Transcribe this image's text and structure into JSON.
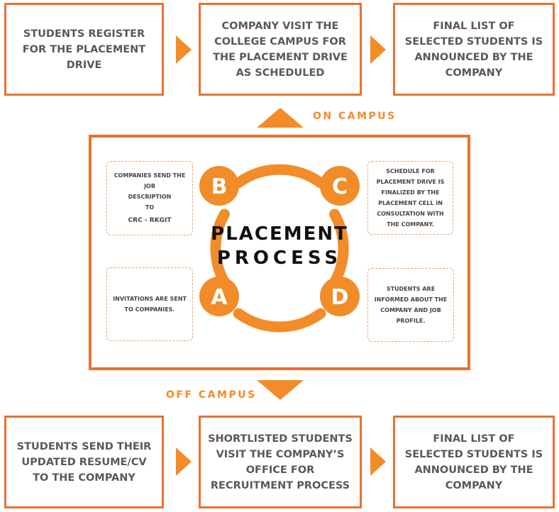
{
  "colors": {
    "accent": "#f28c28",
    "border": "#e9722f",
    "text": "#595959"
  },
  "on_campus": {
    "label": "ON CAMPUS",
    "steps": [
      "STUDENTS REGISTER FOR THE PLACEMENT DRIVE",
      "COMPANY VISIT THE COLLEGE CAMPUS FOR THE PLACEMENT DRIVE AS SCHEDULED",
      "FINAL LIST OF SELECTED STUDENTS IS ANNOUNCED BY THE COMPANY"
    ]
  },
  "off_campus": {
    "label": "OFF CAMPUS",
    "steps": [
      "STUDENTS SEND THEIR UPDATED RESUME/CV TO THE COMPANY",
      "SHORTLISTED STUDENTS VISIT THE COMPANY’S OFFICE FOR RECRUITMENT PROCESS",
      "FINAL LIST OF SELECTED STUDENTS IS ANNOUNCED BY THE COMPANY"
    ]
  },
  "center": {
    "title_line1": "PLACEMENT",
    "title_line2": "PROCESS",
    "letters": {
      "a": "A",
      "b": "B",
      "c": "C",
      "d": "D"
    }
  },
  "notes": {
    "b": {
      "line1": "COMPANIES  SEND THE JOB",
      "line2": "DESCRIPTION",
      "line3": "TO",
      "line4": "CRC - RKGIT"
    },
    "c": "SCHEDULE FOR PLACEMENT DRIVE IS FINALIZED BY THE PLACEMENT CELL IN CONSULTATION WITH THE COMPANY.",
    "a": "INVITATIONS ARE SENT TO COMPANIES.",
    "d": "STUDENTS ARE INFORMED ABOUT THE COMPANY AND JOB PROFILE."
  }
}
